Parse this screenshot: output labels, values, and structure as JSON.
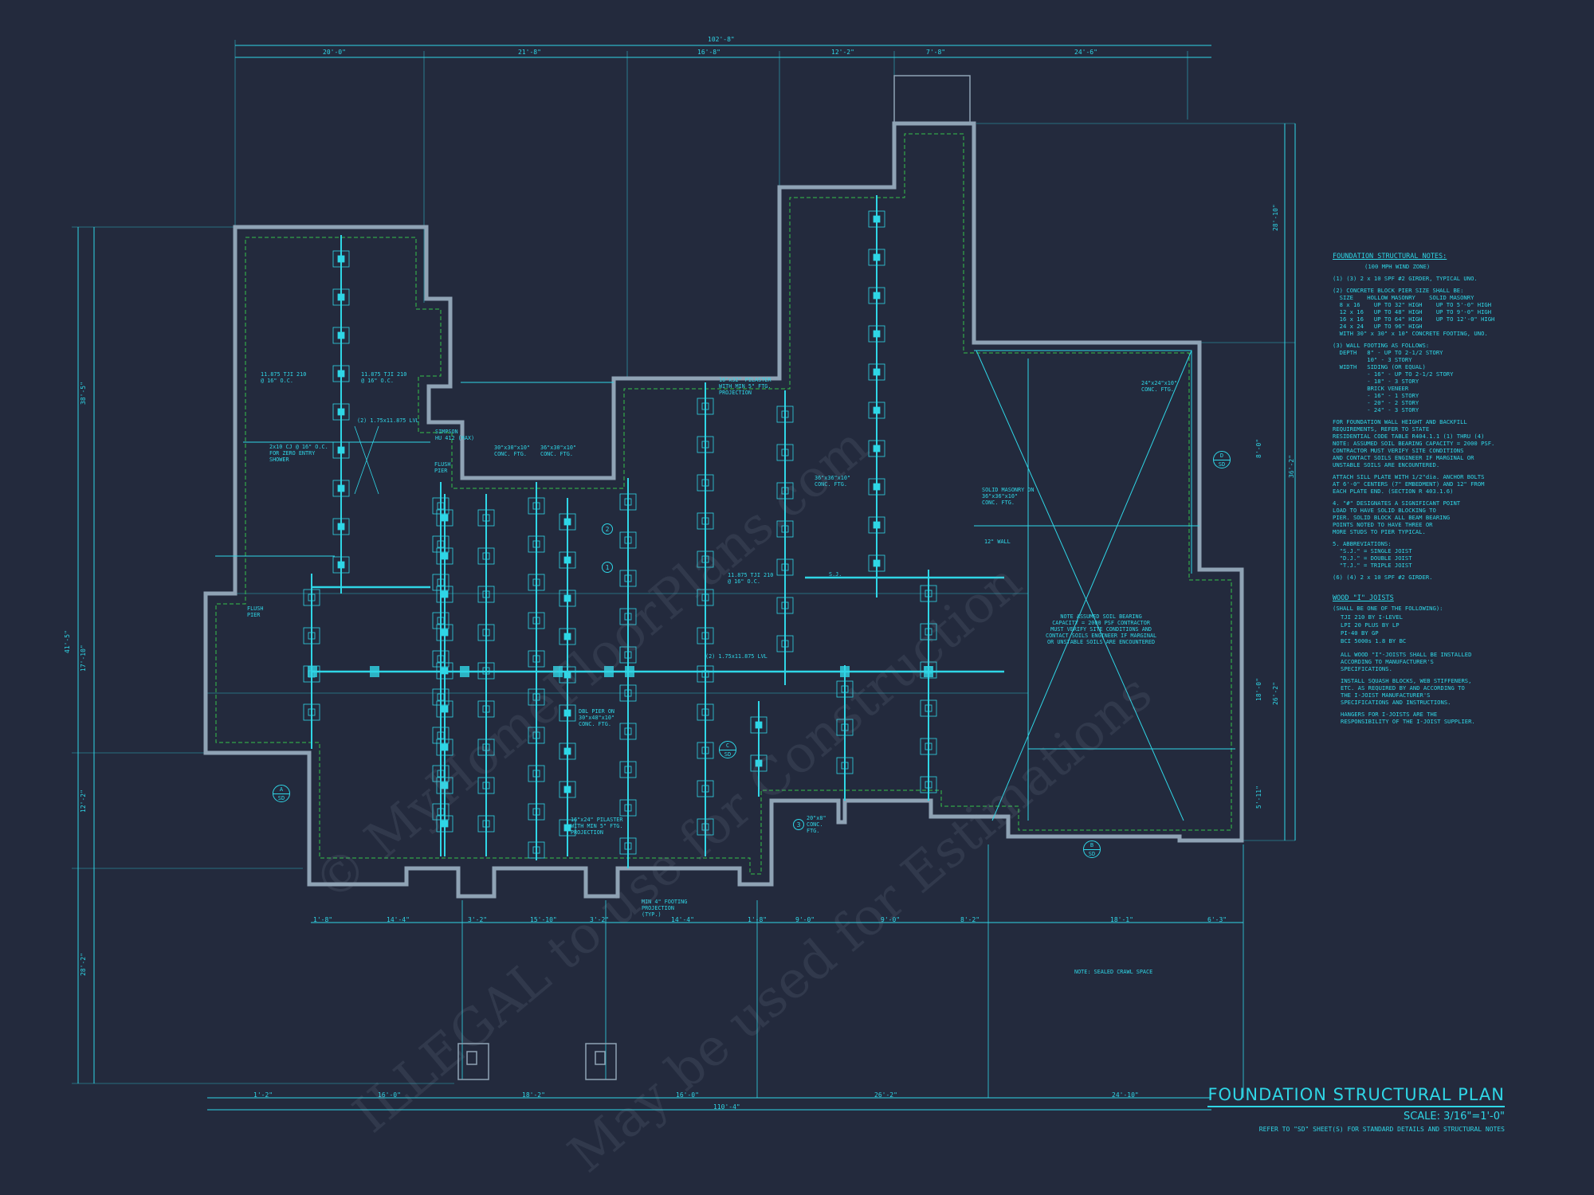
{
  "colors": {
    "background": "#232a3d",
    "line": "#2fd6e6",
    "hidden": "#35c24a",
    "wall": "#8fa3b5"
  },
  "dims_top": [
    "102'-8\"",
    "20'-0\"",
    "21'-8\"",
    "16'-8\"",
    "12'-2\"",
    "7'-8\"",
    "24'-6\""
  ],
  "dims_bottom": [
    "1'-2\"",
    "16'-0\"",
    "18'-2\"",
    "16'-0\"",
    "26'-2\"",
    "24'-10\"",
    "110'-4\""
  ],
  "dims_mid": [
    "1'-8\"",
    "14'-4\"",
    "3'-2\"",
    "15'-10\"",
    "3'-2\"",
    "14'-4\"",
    "1'-8\"",
    "9'-0\"",
    "9'-0\"",
    "8'-2\"",
    "18'-1\"",
    "6'-3\""
  ],
  "dims_left": [
    "38'-5\"",
    "41'-5\"",
    "17'-10\"",
    "12'-2\"",
    "28'-2\""
  ],
  "dims_right": [
    "28'-10\"",
    "36'-2\"",
    "26'-2\"",
    "18'-0\"",
    "8'-0\"",
    "5'-11\""
  ],
  "callouts": [
    "11.875 TJI 210\n@ 16\" O.C.",
    "11.875 TJI 210\n@ 16\" O.C.",
    "(2) 1.75x11.875 LVL",
    "SIMPSON\nHU 412 (MAX)",
    "2x10 CJ @ 16\" O.C.\nFOR ZERO ENTRY\nSHOWER",
    "30\"x30\"x10\"\nCONC. FTG.",
    "36\"x30\"x10\"\nCONC. FTG.",
    "16\"x32\" PILASTER\nWITH MIN 5\" FTG.\nPROJECTION",
    "36\"x36\"x10\"\nCONC. FTG.",
    "SOLID MASONRY ON\n36\"x36\"x10\"\nCONC. FTG.",
    "24\"x24\"x10\"\nCONC. FTG.",
    "NOTE ASSUMED SOIL BEARING\nCAPACITY = 2000 PSF CONTRACTOR\nMUST VERIFY SITE CONDITIONS AND\nCONTACT SOILS ENGINEER IF MARGINAL\nOR UNSTABLE SOILS ARE ENCOUNTERED",
    "DBL PIER ON\n30\"x48\"x10\"\nCONC. FTG.",
    "16\"x24\" PILASTER\nWITH MIN 5\" FTG.\nPROJECTION",
    "MIN 4\" FOOTING\nPROJECTION\n(TYP.)",
    "FLUSH\nPIER",
    "20\"x8\"\nCONC.\nFTG.",
    "12\" WALL",
    "NOTE: SEALED CRAWL SPACE",
    "(2) 1.75x11.875 LVL",
    "11.875 TJI 210\n@ 16\" O.C.",
    "S.J.",
    "FLUSH\nPIER"
  ],
  "section_markers": [
    {
      "letter": "A",
      "sheet": "SD"
    },
    {
      "letter": "B",
      "sheet": "SD"
    },
    {
      "letter": "C",
      "sheet": "SD"
    },
    {
      "letter": "D",
      "sheet": "SD"
    }
  ],
  "detail_numbers": [
    "1",
    "2",
    "3"
  ],
  "notes": {
    "heading": "FOUNDATION STRUCTURAL NOTES:",
    "subheading": "(100 MPH WIND ZONE)",
    "items": [
      "(1) (3) 2 x 10 SPF #2 GIRDER, TYPICAL UNO.",
      "(2) CONCRETE BLOCK PIER SIZE SHALL BE:\n  SIZE    HOLLOW MASONRY    SOLID MASONRY\n  8 x 16    UP TO 32\" HIGH    UP TO 5'-0\" HIGH\n  12 x 16   UP TO 48\" HIGH    UP TO 9'-0\" HIGH\n  16 x 16   UP TO 64\" HIGH    UP TO 12'-0\" HIGH\n  24 x 24   UP TO 96\" HIGH\n  WITH 30\" x 30\" x 10\" CONCRETE FOOTING, UNO.",
      "(3) WALL FOOTING AS FOLLOWS:\n  DEPTH   8\" - UP TO 2-1/2 STORY\n          10\" - 3 STORY\n  WIDTH   SIDING (OR EQUAL)\n          - 16\" - UP TO 2-1/2 STORY\n          - 18\" - 3 STORY\n          BRICK VENEER\n          - 16\" - 1 STORY\n          - 20\" - 2 STORY\n          - 24\" - 3 STORY",
      "FOR FOUNDATION WALL HEIGHT AND BACKFILL\nREQUIREMENTS, REFER TO STATE\nRESIDENTIAL CODE TABLE R404.1.1 (1) THRU (4)\nNOTE: ASSUMED SOIL BEARING CAPACITY = 2000 PSF.\nCONTRACTOR MUST VERIFY SITE CONDITIONS\nAND CONTACT SOILS ENGINEER IF MARGINAL OR\nUNSTABLE SOILS ARE ENCOUNTERED.",
      "ATTACH SILL PLATE WITH 1/2\"dia. ANCHOR BOLTS\nAT 6'-0\" CENTERS (7\" EMBEDMENT) AND 12\" FROM\nEACH PLATE END. (SECTION R 403.1.6)",
      "4. \"#\" DESIGNATES A SIGNIFICANT POINT\nLOAD TO HAVE SOLID BLOCKING TO\nPIER. SOLID BLOCK ALL BEAM BEARING\nPOINTS NOTED TO HAVE THREE OR\nMORE STUDS TO PIER TYPICAL.",
      "5. ABBREVIATIONS:\n  \"S.J.\" = SINGLE JOIST\n  \"D.J.\" = DOUBLE JOIST\n  \"T.J.\" = TRIPLE JOIST",
      "(6) (4) 2 x 10 SPF #2 GIRDER."
    ],
    "joist_heading": "WOOD \"I\" JOISTS",
    "joist_subheading": "(SHALL BE ONE OF THE FOLLOWING):",
    "joist_items": [
      "TJI 210 BY I-LEVEL",
      "LPI 20 PLUS BY LP",
      "PI-40 BY GP",
      "BCI 5000s 1.8 BY BC"
    ],
    "joist_notes": [
      "ALL WOOD \"I\"-JOISTS SHALL BE INSTALLED\nACCORDING TO MANUFACTURER'S\nSPECIFICATIONS.",
      "INSTALL SQUASH BLOCKS, WEB STIFFENERS,\nETC. AS REQUIRED BY AND ACCORDING TO\nTHE I-JOIST MANUFACTURER'S\nSPECIFICATIONS AND INSTRUCTIONS.",
      "HANGERS FOR I-JOISTS ARE THE\nRESPONSIBILITY OF THE I-JOIST SUPPLIER."
    ]
  },
  "title": {
    "name": "FOUNDATION STRUCTURAL PLAN",
    "scale": "SCALE: 3/16\"=1'-0\"",
    "reference": "REFER TO \"SD\" SHEET(S) FOR STANDARD DETAILS AND STRUCTURAL NOTES"
  },
  "watermark": [
    "© MyHomeFloorPlans.com",
    "ILLEGAL to use for Construction",
    "May be used for Estimations"
  ]
}
